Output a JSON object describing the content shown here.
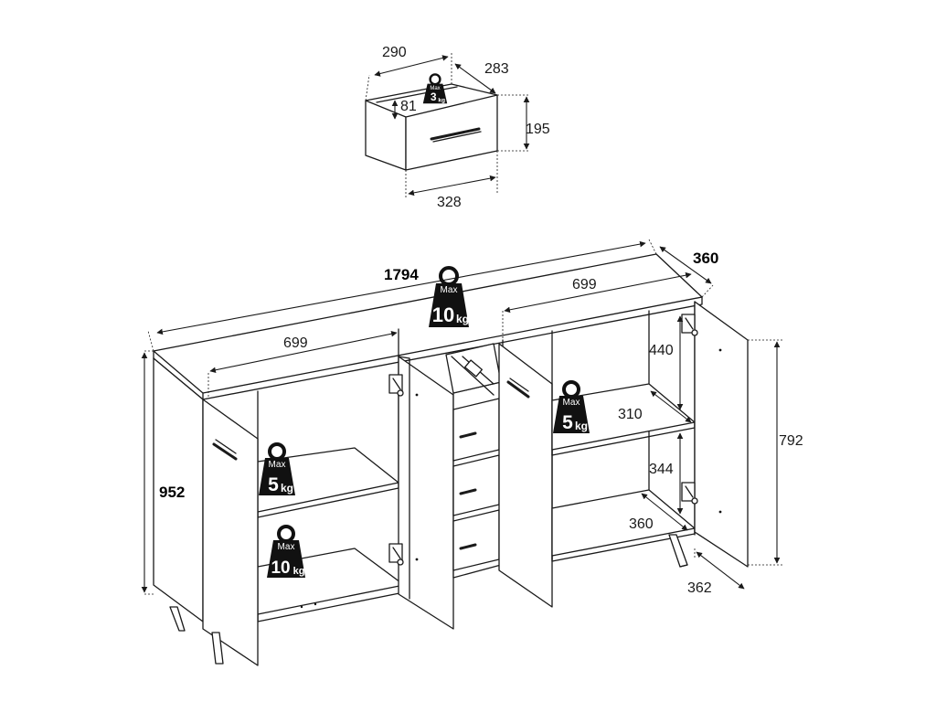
{
  "drawer": {
    "width": "290",
    "depth": "283",
    "inner_height": "81",
    "front_height": "195",
    "front_width": "328",
    "load": {
      "max": "Max",
      "value": "3",
      "unit": "kg"
    }
  },
  "cabinet": {
    "total_width": "1794",
    "total_depth": "360",
    "total_height": "952",
    "door_height": "792",
    "left_compartment_width": "699",
    "right_compartment_width": "699",
    "upper_shelf_height": "440",
    "shelf_depth": "310",
    "lower_shelf_height": "344",
    "bottom_depth": "360",
    "door_depth": "362"
  },
  "loads": {
    "top": {
      "max": "Max",
      "value": "10",
      "unit": "kg"
    },
    "left_shelf": {
      "max": "Max",
      "value": "5",
      "unit": "kg"
    },
    "left_bottom": {
      "max": "Max",
      "value": "10",
      "unit": "kg"
    },
    "right_shelf": {
      "max": "Max",
      "value": "5",
      "unit": "kg"
    }
  }
}
